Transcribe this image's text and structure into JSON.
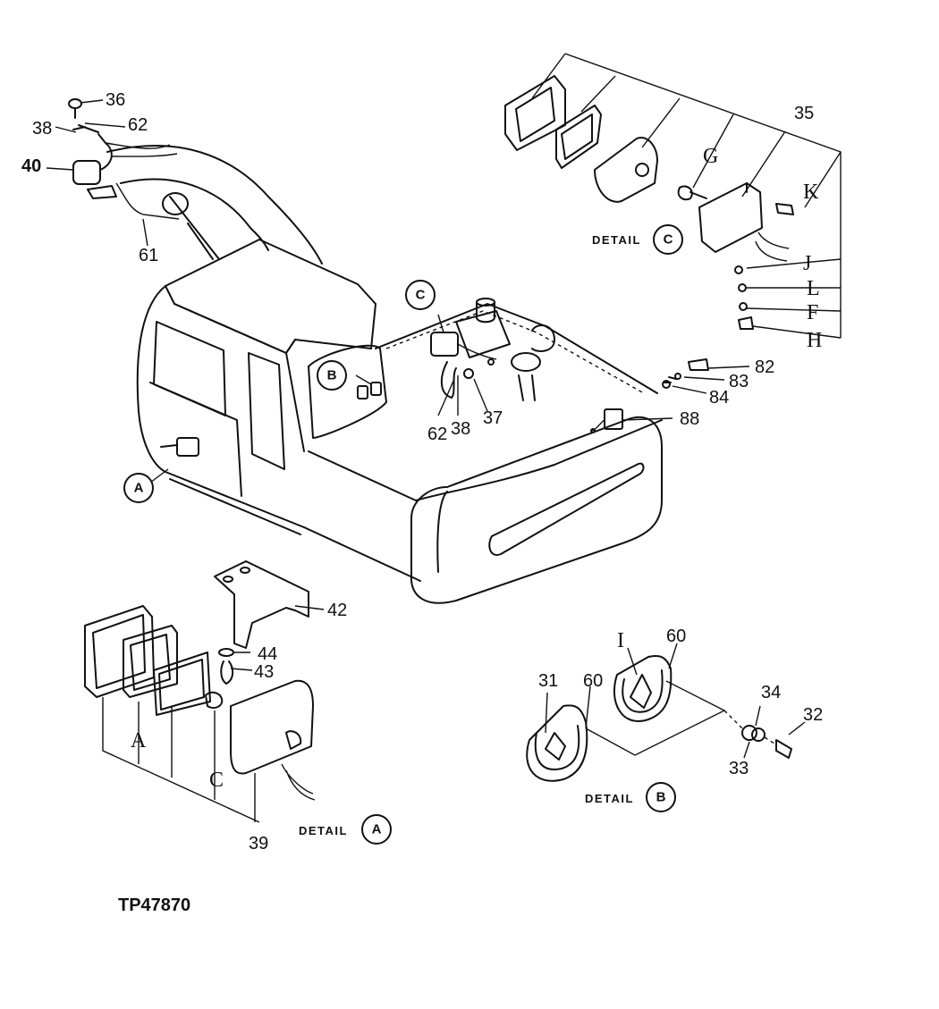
{
  "figure_id": "TP47870",
  "callouts": [
    "36",
    "38",
    "62",
    "40",
    "61",
    "35",
    "G",
    "K",
    "J",
    "L",
    "F",
    "H",
    "C",
    "B",
    "62",
    "38",
    "37",
    "82",
    "83",
    "84",
    "88",
    "A",
    "42",
    "44",
    "43",
    "A",
    "C",
    "39",
    "31",
    "60",
    "I",
    "60",
    "34",
    "32",
    "33"
  ],
  "detail_labels": {
    "detail_c": {
      "text": "DETAIL",
      "ref": "C"
    },
    "detail_b": {
      "text": "DETAIL",
      "ref": "B"
    },
    "detail_a": {
      "text": "DETAIL",
      "ref": "A"
    }
  },
  "view_markers": {
    "a": "A",
    "b": "B",
    "c": "C"
  }
}
